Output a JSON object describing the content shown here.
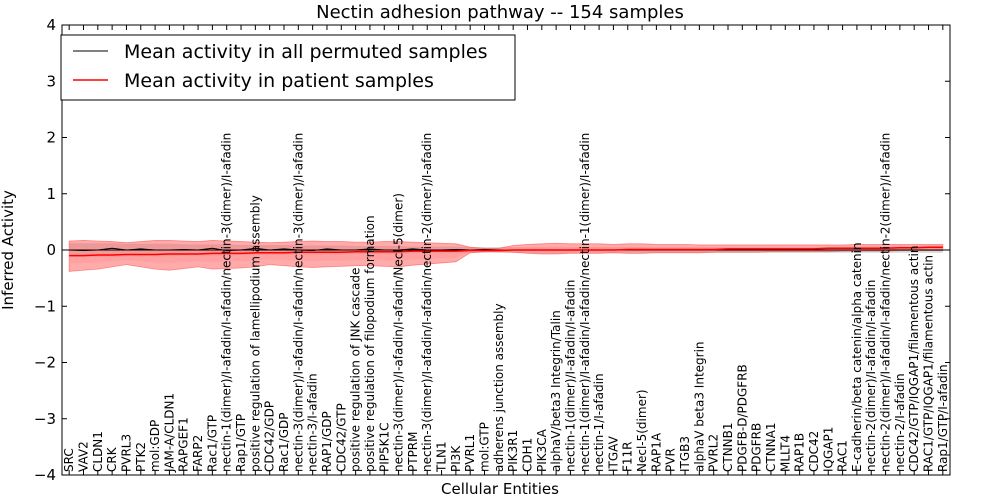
{
  "chart_data": {
    "type": "line",
    "title": "Nectin adhesion pathway -- 154 samples",
    "xlabel": "Cellular Entities",
    "ylabel": "Inferred Activity",
    "ylim": [
      -4,
      4
    ],
    "yticks": [
      "4",
      "3",
      "2",
      "1",
      "0",
      "−1",
      "−2",
      "−3",
      "−4"
    ],
    "ytick_values": [
      4,
      3,
      2,
      1,
      0,
      -1,
      -2,
      -3,
      -4
    ],
    "grid": false,
    "legend_position": "top-left",
    "categories": [
      "SRC",
      "VAV2",
      "CLDN1",
      "CRK",
      "PVRL3",
      "PTK2",
      "mol:GDP",
      "JAM-A/CLDN1",
      "RAPGEF1",
      "FARP2",
      "Rac1/GTP",
      "nectin-1(dimer)/I-afadin/I-afadin/nectin-3(dimer)/I-afadin",
      "Rap1/GTP",
      "positive regulation of lamellipodium assembly",
      "CDC42/GDP",
      "Rac1/GDP",
      "nectin-3(dimer)/I-afadin/I-afadin/nectin-3(dimer)/I-afadin",
      "nectin-3/I-afadin",
      "RAP1/GDP",
      "CDC42/GTP",
      "positive regulation of JNK cascade",
      "positive regulation of filopodium formation",
      "PIP5K1C",
      "nectin-3(dimer)/I-afadin/I-afadin/Necl-5(dimer)",
      "PTPRM",
      "nectin-3(dimer)/I-afadin/I-afadin/nectin-2(dimer)/I-afadin",
      "TLN1",
      "PI3K",
      "PVRL1",
      "mol:GTP",
      "adherens junction assembly",
      "PIK3R1",
      "CDH1",
      "PIK3CA",
      "alphaV/beta3 Integrin/Talin",
      "nectin-1(dimer)/I-afadin/I-afadin",
      "nectin-1(dimer)/I-afadin/I-afadin/nectin-1(dimer)/I-afadin",
      "nectin-1/I-afadin",
      "ITGAV",
      "F11R",
      "Necl-5(dimer)",
      "RAP1A",
      "PVR",
      "ITGB3",
      "alphaV beta3 Integrin",
      "PVRL2",
      "CTNNB1",
      "PDGFB-D/PDGFRB",
      "PDGFRB",
      "CTNNA1",
      "MLLT4",
      "RAP1B",
      "CDC42",
      "IQGAP1",
      "RAC1",
      "E-cadherin/beta catenin/alpha catenin",
      "nectin-2(dimer)/I-afadin/I-afadin",
      "nectin-2(dimer)/I-afadin/I-afadin/nectin-2(dimer)/I-afadin",
      "nectin-2/I-afadin",
      "CDC42/GTP/IQGAP1/filamentous actin",
      "RAC1/GTP/IQGAP1/filamentous actin",
      "Rap1/GTP/I-afadin"
    ],
    "series": [
      {
        "name": "Mean activity in all permuted samples",
        "color": "#000000",
        "values": [
          0.0,
          -0.01,
          0.0,
          0.03,
          0.0,
          0.02,
          0.0,
          0.0,
          0.01,
          0.0,
          0.03,
          -0.01,
          0.0,
          0.03,
          0.0,
          0.02,
          0.0,
          -0.01,
          0.02,
          0.0,
          0.0,
          0.02,
          0.0,
          0.0,
          0.02,
          0.0,
          0.0,
          0.01,
          0.0,
          0.01,
          0.0,
          0.0,
          0.0,
          0.0,
          0.0,
          0.0,
          0.0,
          0.0,
          0.0,
          0.0,
          0.0,
          0.0,
          0.0,
          0.0,
          0.0,
          0.0,
          0.0,
          0.0,
          0.0,
          0.0,
          0.0,
          0.0,
          0.0,
          0.0,
          0.0,
          0.0,
          0.0,
          0.0,
          0.0,
          0.0,
          0.0,
          0.0
        ]
      },
      {
        "name": "Mean activity in patient samples",
        "color": "#ff0000",
        "values": [
          -0.1,
          -0.1,
          -0.09,
          -0.09,
          -0.08,
          -0.08,
          -0.08,
          -0.07,
          -0.07,
          -0.07,
          -0.06,
          -0.06,
          -0.06,
          -0.05,
          -0.05,
          -0.05,
          -0.04,
          -0.04,
          -0.04,
          -0.04,
          -0.03,
          -0.03,
          -0.03,
          -0.03,
          -0.02,
          -0.02,
          -0.02,
          -0.02,
          -0.01,
          -0.01,
          -0.01,
          0.0,
          0.0,
          0.0,
          0.0,
          0.0,
          0.0,
          0.0,
          0.0,
          0.01,
          0.01,
          0.01,
          0.01,
          0.01,
          0.01,
          0.01,
          0.02,
          0.02,
          0.02,
          0.02,
          0.02,
          0.02,
          0.02,
          0.03,
          0.03,
          0.03,
          0.03,
          0.03,
          0.04,
          0.04,
          0.05,
          0.05
        ]
      }
    ],
    "bands": {
      "permuted": {
        "color": "#bbbbbb",
        "lower": [
          -0.12,
          -0.12,
          -0.12,
          -0.12,
          -0.11,
          -0.11,
          -0.11,
          -0.11,
          -0.1,
          -0.1,
          -0.1,
          -0.1,
          -0.09,
          -0.09,
          -0.09,
          -0.09,
          -0.08,
          -0.08,
          -0.08,
          -0.08,
          -0.07,
          -0.07,
          -0.07,
          -0.07,
          -0.06,
          -0.06,
          -0.06,
          -0.06,
          -0.05,
          -0.05,
          -0.05,
          -0.05,
          -0.05,
          -0.05,
          -0.05,
          -0.05,
          -0.05,
          -0.05,
          -0.05,
          -0.05,
          -0.05,
          -0.05,
          -0.05,
          -0.05,
          -0.05,
          -0.05,
          -0.05,
          -0.05,
          -0.05,
          -0.05,
          -0.05,
          -0.05,
          -0.05,
          -0.05,
          -0.05,
          -0.05,
          -0.05,
          -0.05,
          -0.05,
          -0.05,
          -0.05,
          -0.05
        ],
        "upper": [
          0.12,
          0.12,
          0.12,
          0.12,
          0.11,
          0.11,
          0.11,
          0.11,
          0.1,
          0.1,
          0.1,
          0.1,
          0.09,
          0.09,
          0.09,
          0.09,
          0.08,
          0.08,
          0.08,
          0.08,
          0.07,
          0.07,
          0.07,
          0.07,
          0.06,
          0.06,
          0.06,
          0.06,
          0.05,
          0.05,
          0.05,
          0.05,
          0.05,
          0.05,
          0.05,
          0.05,
          0.05,
          0.05,
          0.05,
          0.05,
          0.05,
          0.05,
          0.05,
          0.05,
          0.05,
          0.05,
          0.05,
          0.05,
          0.05,
          0.05,
          0.05,
          0.05,
          0.05,
          0.05,
          0.05,
          0.05,
          0.05,
          0.05,
          0.05,
          0.05,
          0.05,
          0.05
        ]
      },
      "patient_outer": {
        "color": "#ff6666",
        "lower": [
          -0.38,
          -0.36,
          -0.34,
          -0.3,
          -0.26,
          -0.3,
          -0.34,
          -0.36,
          -0.33,
          -0.3,
          -0.34,
          -0.33,
          -0.32,
          -0.3,
          -0.26,
          -0.28,
          -0.3,
          -0.31,
          -0.3,
          -0.29,
          -0.28,
          -0.28,
          -0.29,
          -0.3,
          -0.27,
          -0.25,
          -0.23,
          -0.21,
          -0.05,
          -0.03,
          -0.03,
          -0.04,
          -0.06,
          -0.07,
          -0.07,
          -0.06,
          -0.06,
          -0.06,
          -0.05,
          -0.06,
          -0.06,
          -0.05,
          -0.05,
          -0.05,
          -0.05,
          -0.04,
          -0.04,
          -0.04,
          -0.04,
          -0.03,
          -0.03,
          -0.03,
          -0.03,
          -0.03,
          -0.02,
          -0.02,
          -0.02,
          -0.02,
          -0.01,
          -0.01,
          -0.01,
          -0.01
        ],
        "upper": [
          0.16,
          0.17,
          0.16,
          0.15,
          0.13,
          0.15,
          0.17,
          0.17,
          0.16,
          0.15,
          0.17,
          0.16,
          0.15,
          0.14,
          0.13,
          0.14,
          0.15,
          0.16,
          0.15,
          0.15,
          0.14,
          0.14,
          0.15,
          0.15,
          0.14,
          0.13,
          0.12,
          0.11,
          0.05,
          0.03,
          0.03,
          0.08,
          0.1,
          0.11,
          0.12,
          0.11,
          0.11,
          0.11,
          0.1,
          0.11,
          0.11,
          0.1,
          0.1,
          0.1,
          0.09,
          0.09,
          0.09,
          0.09,
          0.09,
          0.09,
          0.09,
          0.09,
          0.09,
          0.09,
          0.09,
          0.1,
          0.1,
          0.1,
          0.1,
          0.1,
          0.1,
          0.1
        ]
      },
      "patient_inner": {
        "color": "#ff9999",
        "lower": [
          -0.24,
          -0.23,
          -0.22,
          -0.2,
          -0.18,
          -0.2,
          -0.22,
          -0.23,
          -0.21,
          -0.2,
          -0.22,
          -0.21,
          -0.2,
          -0.19,
          -0.17,
          -0.18,
          -0.19,
          -0.2,
          -0.19,
          -0.19,
          -0.18,
          -0.18,
          -0.18,
          -0.19,
          -0.17,
          -0.16,
          -0.15,
          -0.14,
          -0.03,
          -0.02,
          -0.02,
          -0.02,
          -0.03,
          -0.04,
          -0.04,
          -0.03,
          -0.03,
          -0.03,
          -0.02,
          -0.03,
          -0.03,
          -0.02,
          -0.02,
          -0.02,
          -0.02,
          -0.02,
          -0.01,
          -0.01,
          -0.01,
          -0.01,
          -0.01,
          -0.01,
          -0.01,
          0.0,
          0.0,
          0.0,
          0.0,
          0.0,
          0.01,
          0.01,
          0.01,
          0.01
        ],
        "upper": [
          0.04,
          0.04,
          0.04,
          0.03,
          0.03,
          0.04,
          0.04,
          0.05,
          0.04,
          0.04,
          0.05,
          0.04,
          0.04,
          0.04,
          0.03,
          0.04,
          0.04,
          0.04,
          0.04,
          0.04,
          0.04,
          0.04,
          0.04,
          0.04,
          0.04,
          0.03,
          0.03,
          0.03,
          0.02,
          0.01,
          0.01,
          0.04,
          0.05,
          0.06,
          0.06,
          0.06,
          0.06,
          0.06,
          0.05,
          0.06,
          0.06,
          0.05,
          0.05,
          0.05,
          0.05,
          0.05,
          0.05,
          0.05,
          0.05,
          0.05,
          0.05,
          0.05,
          0.05,
          0.06,
          0.06,
          0.06,
          0.06,
          0.06,
          0.07,
          0.07,
          0.08,
          0.08
        ]
      }
    }
  }
}
